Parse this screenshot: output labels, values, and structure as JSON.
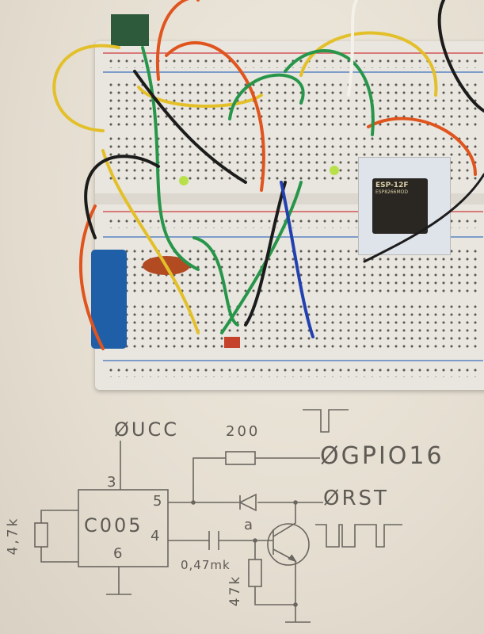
{
  "module": {
    "name": "ESP-12F",
    "model": "ESP8266MOD"
  },
  "schematic": {
    "supply_label": "ØUCC",
    "resistor_top_value": "200",
    "gpio_label": "ØGPIO16",
    "reset_label": "ØRST",
    "chip_label": "C005",
    "pin_3": "3",
    "pin_5": "5",
    "pin_4": "4",
    "pin_6": "6",
    "resistor_left_value": "4,7k",
    "capacitor_value": "0,47mk",
    "node_label": "a",
    "resistor_bottom_value": "47k"
  }
}
